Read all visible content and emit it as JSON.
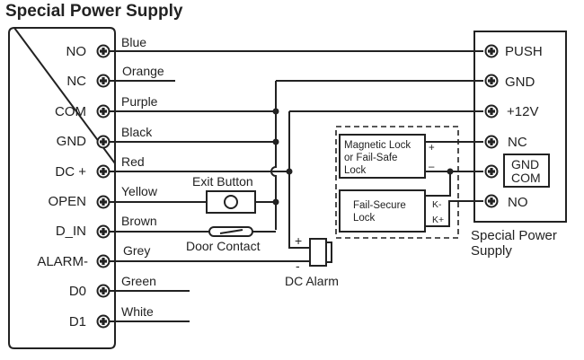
{
  "title": "Special Power Supply",
  "controller": {
    "terminals": [
      {
        "label": "NO",
        "wire": "Blue"
      },
      {
        "label": "NC",
        "wire": "Orange"
      },
      {
        "label": "COM",
        "wire": "Purple"
      },
      {
        "label": "GND",
        "wire": "Black"
      },
      {
        "label": "DC +",
        "wire": "Red"
      },
      {
        "label": "OPEN",
        "wire": "Yellow"
      },
      {
        "label": "D_IN",
        "wire": "Brown"
      },
      {
        "label": "ALARM-",
        "wire": "Grey"
      },
      {
        "label": "D0",
        "wire": "Green"
      },
      {
        "label": "D1",
        "wire": "White"
      }
    ]
  },
  "power_supply": {
    "terminals": [
      "PUSH",
      "GND",
      "+12V",
      "NC",
      "GND",
      "COM",
      "NO"
    ],
    "gnd_com_label_line1": "GND",
    "gnd_com_label_line2": "COM",
    "caption_line1": "Special Power",
    "caption_line2": "Supply"
  },
  "components": {
    "exit_button": "Exit Button",
    "door_contact": "Door Contact",
    "dc_alarm": "DC Alarm",
    "alarm_plus": "+",
    "alarm_minus": "-",
    "maglock_line1": "Magnetic Lock",
    "maglock_line2": "or Fail-Safe",
    "maglock_line3": "Lock",
    "maglock_plus": "+",
    "maglock_minus": "–",
    "failsecure_line1": "Fail-Secure",
    "failsecure_line2": "Lock",
    "failsecure_kminus": "K-",
    "failsecure_kplus": "K+"
  },
  "colors": {
    "ink": "#222222",
    "background": "#ffffff"
  }
}
